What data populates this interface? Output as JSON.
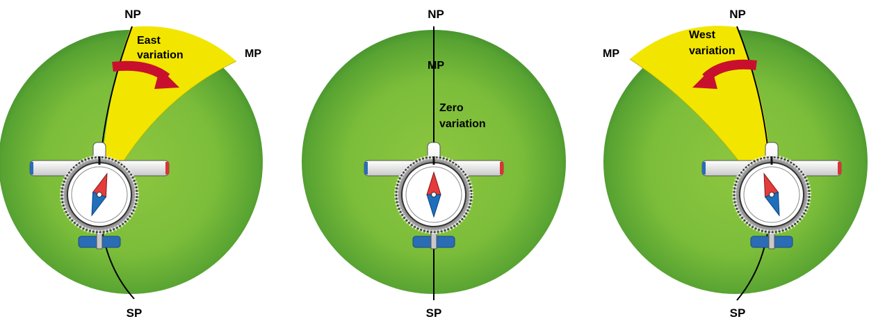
{
  "panels": [
    {
      "id": "east",
      "north_label": "NP",
      "south_label": "SP",
      "magnetic_label": "MP",
      "variation_lines": [
        "East",
        "variation"
      ],
      "variation_type": "east"
    },
    {
      "id": "zero",
      "north_label": "NP",
      "south_label": "SP",
      "magnetic_label": "MP",
      "variation_lines": [
        "Zero",
        "variation"
      ],
      "variation_type": "zero"
    },
    {
      "id": "west",
      "north_label": "NP",
      "south_label": "SP",
      "magnetic_label": "MP",
      "variation_lines": [
        "West",
        "variation"
      ],
      "variation_type": "west"
    }
  ],
  "colors": {
    "globe_center": "#8dc63f",
    "globe_edge": "#3a8a2e",
    "variation_fill": "#f2e600",
    "arrow": "#c8102e",
    "needle_north": "#e63b3b",
    "needle_south": "#1f6fbf",
    "aircraft": "#eeeeee",
    "tail": "#2a6cb5"
  }
}
